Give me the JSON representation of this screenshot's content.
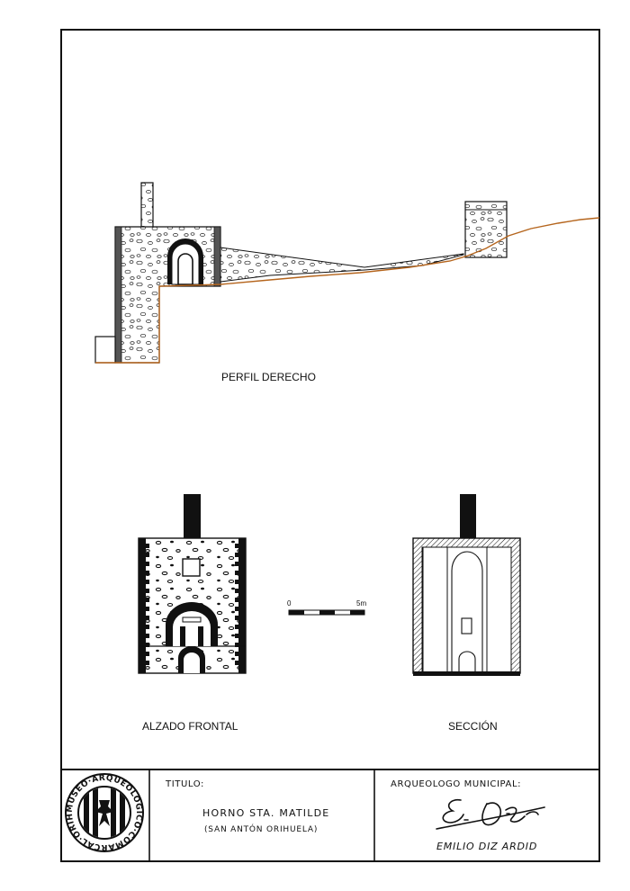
{
  "drawing": {
    "profile_label": "PERFIL DERECHO",
    "front_label": "ALZADO FRONTAL",
    "section_label": "SECCIÓN",
    "scale_start": "0",
    "scale_end": "5m"
  },
  "title_block": {
    "logo_text": "MUSEO ARQUEOLOGICO COMARCAL ORIHUELA",
    "title_caption": "TITULO:",
    "title": "HORNO STA. MATILDE",
    "subtitle": "(SAN ANTÓN ORIHUELA)",
    "archaeologist_caption": "ARQUEOLOGO MUNICIPAL:",
    "archaeologist_name": "EMILIO DIZ ARDID"
  },
  "colors": {
    "ink": "#111111",
    "terrain": "#b5651d",
    "background": "#ffffff"
  }
}
